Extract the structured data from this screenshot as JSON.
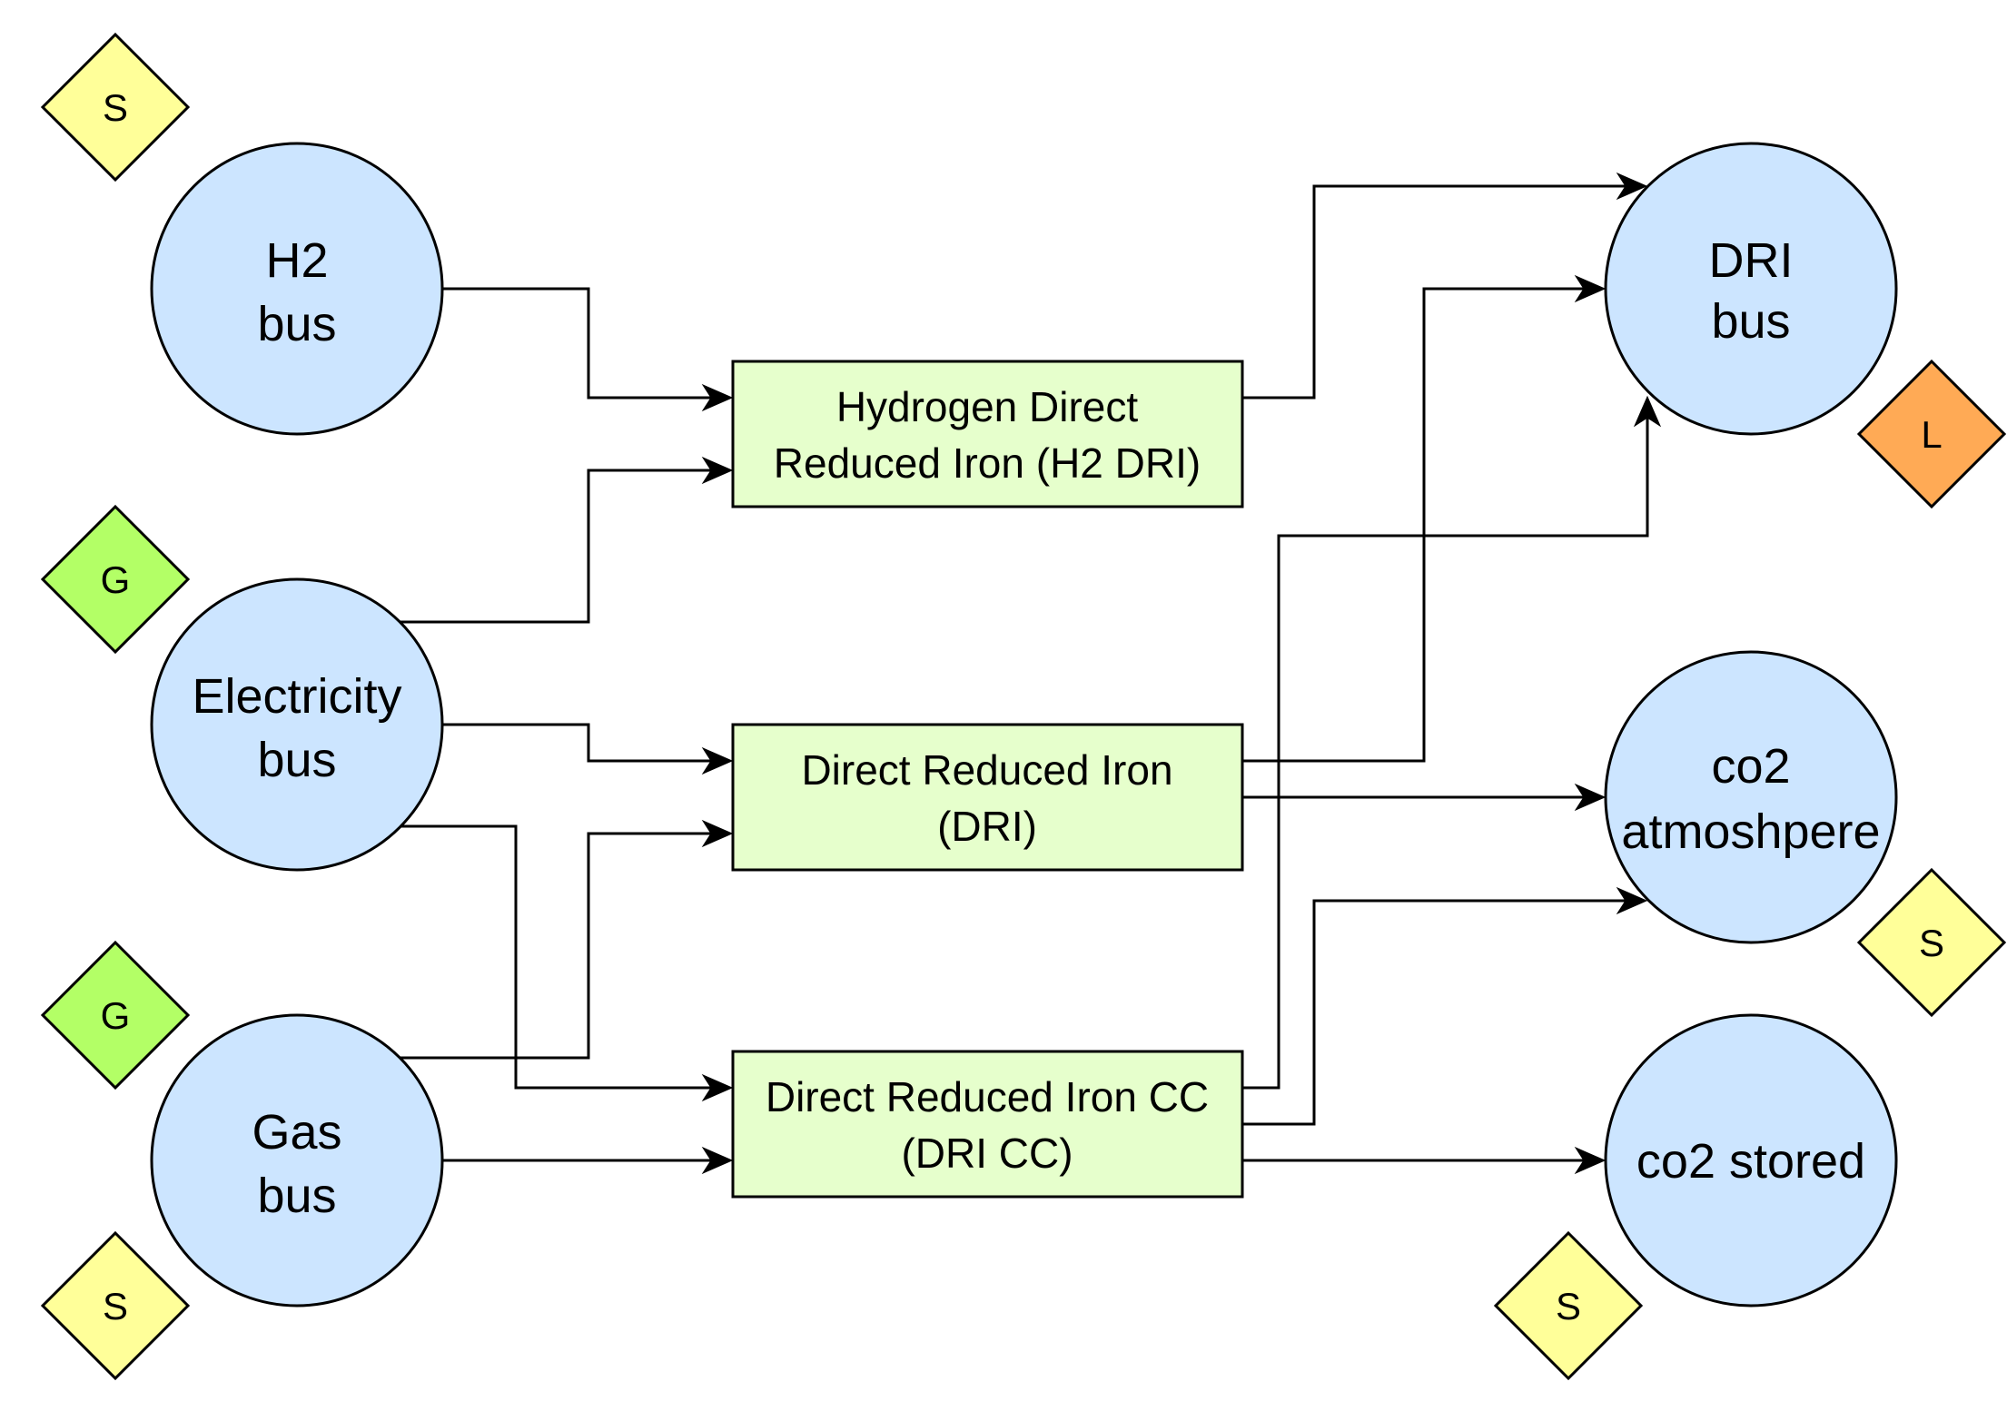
{
  "colors": {
    "bus_fill": "#cce5ff",
    "process_fill": "#e6ffcc",
    "storage_fill": "#ffff99",
    "generator_fill": "#b3ff66",
    "load_fill": "#ffaa55",
    "stroke": "#000000"
  },
  "buses": {
    "h2": {
      "line1": "H2",
      "line2": "bus"
    },
    "electricity": {
      "line1": "Electricity",
      "line2": "bus"
    },
    "gas": {
      "line1": "Gas",
      "line2": "bus"
    },
    "dri": {
      "line1": "DRI",
      "line2": "bus"
    },
    "co2_atmosphere": {
      "line1": "co2",
      "line2": "atmoshpere"
    },
    "co2_stored": {
      "line1": "co2 stored"
    }
  },
  "processes": {
    "h2_dri": {
      "line1": "Hydrogen Direct",
      "line2": "Reduced Iron (H2 DRI)"
    },
    "dri": {
      "line1": "Direct Reduced Iron",
      "line2": "(DRI)"
    },
    "dri_cc": {
      "line1": "Direct Reduced Iron CC",
      "line2": "(DRI CC)"
    }
  },
  "markers": {
    "h2_storage": "S",
    "electricity_generator": "G",
    "gas_generator": "G",
    "gas_storage": "S",
    "dri_load": "L",
    "co2_atmosphere_storage": "S",
    "co2_stored_storage": "S"
  }
}
